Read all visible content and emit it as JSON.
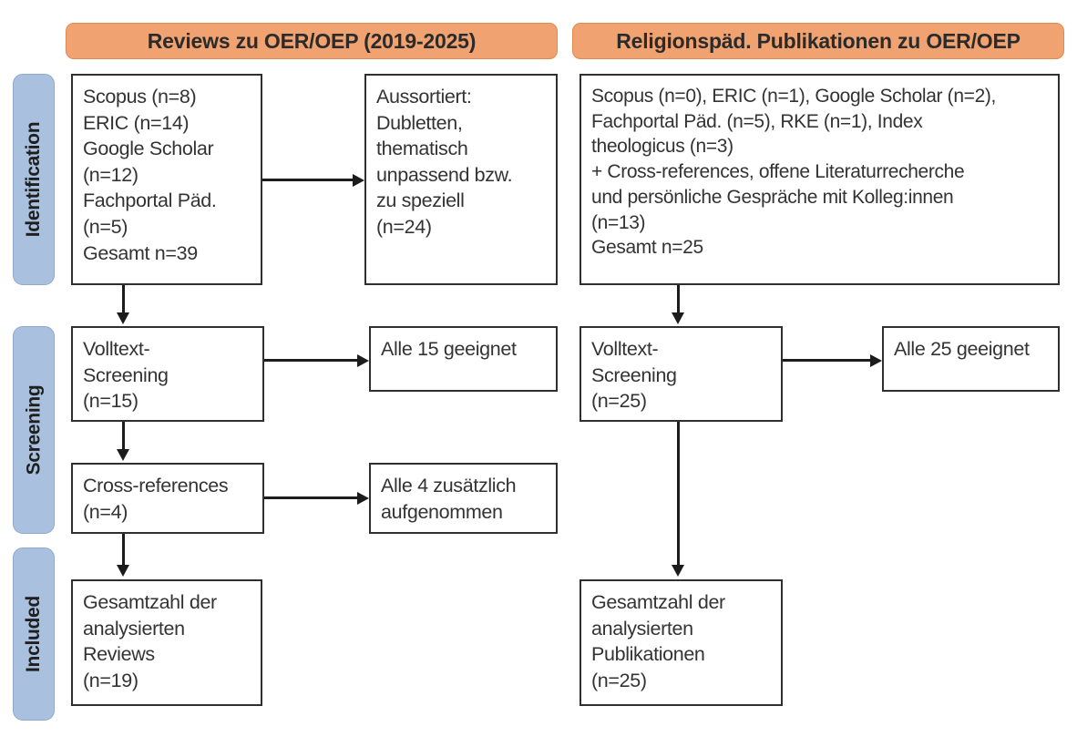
{
  "columns": {
    "left_header": "Reviews zu OER/OEP (2019-2025)",
    "right_header": "Religionspäd. Publikationen zu OER/OEP"
  },
  "stages": [
    {
      "key": "identification",
      "label": "Identification"
    },
    {
      "key": "screening",
      "label": "Screening"
    },
    {
      "key": "included",
      "label": "Included"
    }
  ],
  "left_column": {
    "identification_sources": {
      "lines": [
        "Scopus (n=8)",
        "ERIC (n=14)",
        "Google Scholar",
        "(n=12)",
        "Fachportal Päd.",
        "(n=5)",
        "Gesamt n=39"
      ]
    },
    "excluded": {
      "lines": [
        "Aussortiert:",
        "Dubletten,",
        "thematisch",
        "unpassend bzw.",
        "zu speziell",
        "(n=24)"
      ]
    },
    "fulltext_screening": {
      "lines": [
        "Volltext-",
        "Screening",
        "(n=15)"
      ]
    },
    "fulltext_result": {
      "lines": [
        "Alle 15 geeignet"
      ]
    },
    "cross_references": {
      "lines": [
        "Cross-references",
        "(n=4)"
      ]
    },
    "cross_references_result": {
      "lines": [
        "Alle 4 zusätzlich",
        "aufgenommen"
      ]
    },
    "included_total": {
      "lines": [
        "Gesamtzahl der",
        "analysierten",
        "Reviews",
        "(n=19)"
      ]
    }
  },
  "right_column": {
    "identification_sources": {
      "lines": [
        "Scopus (n=0), ERIC (n=1), Google Scholar (n=2),",
        "Fachportal Päd. (n=5), RKE (n=1), Index",
        "theologicus (n=3)",
        "+ Cross-references, offene Literaturrecherche",
        "und persönliche Gespräche mit Kolleg:innen",
        "(n=13)",
        "Gesamt n=25"
      ]
    },
    "fulltext_screening": {
      "lines": [
        "Volltext-",
        "Screening",
        "(n=25)"
      ]
    },
    "fulltext_result": {
      "lines": [
        "Alle 25 geeignet"
      ]
    },
    "included_total": {
      "lines": [
        "Gesamtzahl der",
        "analysierten",
        "Publikationen",
        "(n=25)"
      ]
    }
  },
  "colors": {
    "header_orange": "#F0A271",
    "stage_blue": "#A9C0DE",
    "box_border": "#2F2F2F",
    "text": "#333333"
  }
}
